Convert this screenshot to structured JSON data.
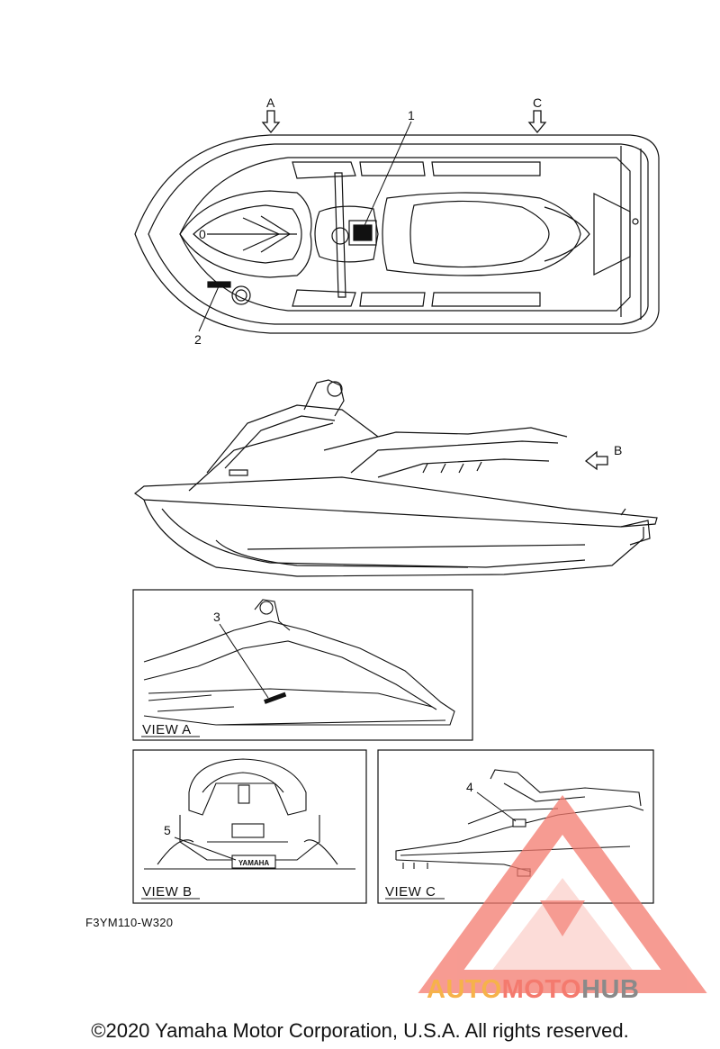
{
  "callouts": {
    "c1": "1",
    "c2": "2",
    "c3": "3",
    "c4": "4",
    "c5": "5",
    "arrow_a": "A",
    "arrow_b": "B",
    "arrow_c": "C",
    "top_zero": "0"
  },
  "views": {
    "a": "VIEW A",
    "b": "VIEW B",
    "c": "VIEW C"
  },
  "badge_text": "YAMAHA",
  "figure_code": "F3YM110-W320",
  "copyright": "©2020 Yamaha Motor Corporation, U.S.A. All rights reserved.",
  "watermark": {
    "part1": "AUTO",
    "part2": "MOTO",
    "part3": "HUB",
    "color_primary": "#f47a6e",
    "color_secondary": "#f6b24a",
    "color_dark": "#8a8a8a"
  }
}
